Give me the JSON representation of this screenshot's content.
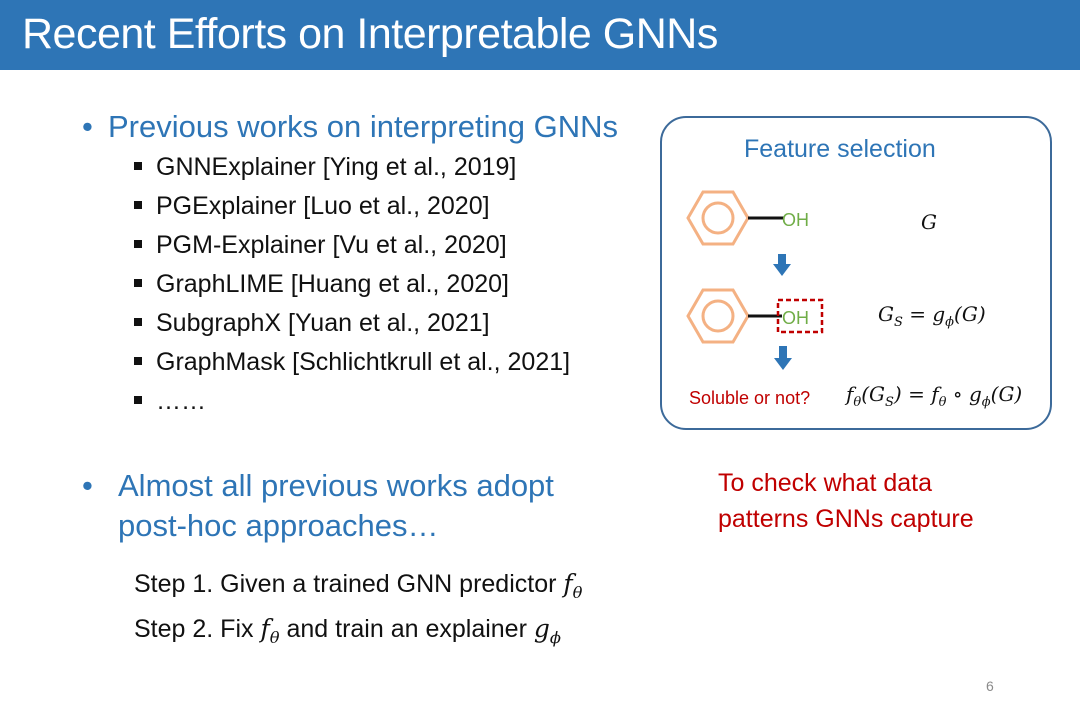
{
  "slide": {
    "title": "Recent Efforts on Interpretable GNNs",
    "bullet1": "Previous works on interpreting GNNs",
    "works": [
      "GNNExplainer [Ying et al., 2019]",
      "PGExplainer [Luo et al., 2020]",
      "PGM-Explainer [Vu et al., 2020]",
      "GraphLIME [Huang et al., 2020]",
      "SubgraphX [Yuan et al., 2021]",
      "GraphMask [Schlichtkrull et al., 2021]",
      "……"
    ],
    "bullet2_line1": "Almost all previous works adopt",
    "bullet2_line2": "post-hoc approaches…",
    "step1_prefix": "Step 1. Given a trained GNN predictor ",
    "step2_prefix": "Step 2. Fix ",
    "step2_middle": " and train an explainer ",
    "page_number": "6"
  },
  "figure": {
    "title": "Feature selection",
    "oh_label": "OH",
    "soluble_label": "Soluble or not?",
    "graph_symbol": "G",
    "note_line1": "To check what data",
    "note_line2": "patterns GNNs capture"
  },
  "colors": {
    "header_bg": "#2e75b6",
    "accent_blue": "#2e75b6",
    "accent_red": "#c00000",
    "ring_orange": "#f4b183",
    "oh_green": "#70ad47",
    "arrow_blue": "#2e75b6",
    "box_border": "#3c6a9a"
  }
}
